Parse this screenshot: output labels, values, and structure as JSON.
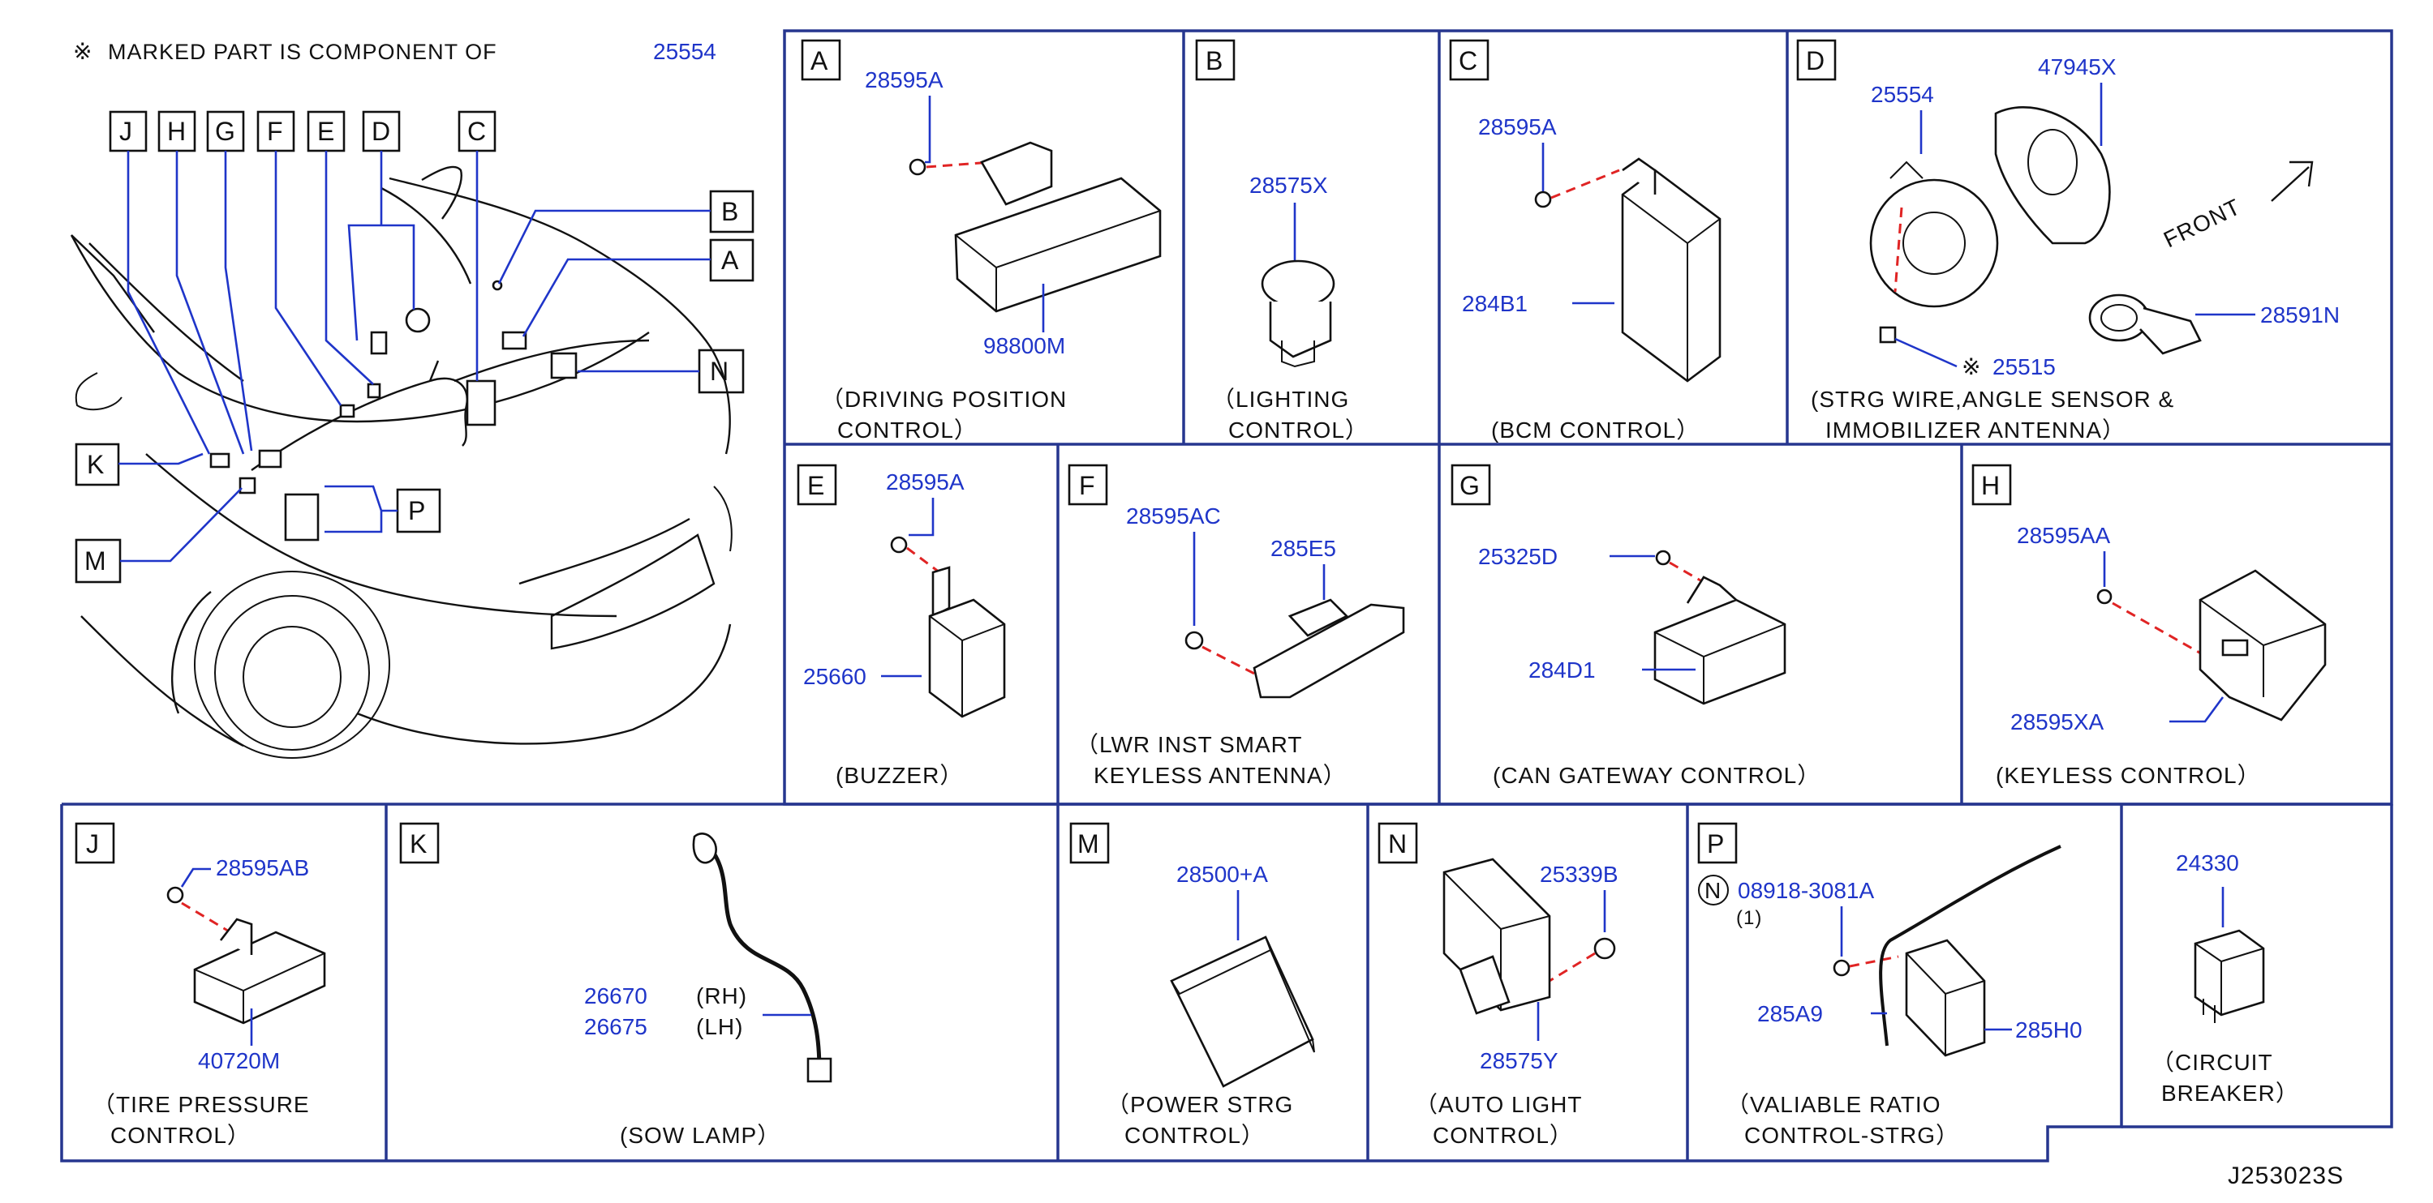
{
  "header": {
    "note_symbol": "※",
    "note_text": "MARKED  PART  IS  COMPONENT  OF",
    "note_part": "25554"
  },
  "overview": {
    "labels": [
      "J",
      "H",
      "G",
      "F",
      "E",
      "D",
      "C",
      "B",
      "A",
      "N",
      "K",
      "P",
      "M"
    ]
  },
  "panels": {
    "A": {
      "letter": "A",
      "parts": [
        "28595A",
        "98800M"
      ],
      "caption": [
        "（DRIVING  POSITION",
        "CONTROL）"
      ]
    },
    "B": {
      "letter": "B",
      "parts": [
        "28575X"
      ],
      "caption": [
        "（LIGHTING",
        "CONTROL）"
      ]
    },
    "C": {
      "letter": "C",
      "parts": [
        "28595A",
        "284B1"
      ],
      "caption": [
        "(BCM  CONTROL）"
      ]
    },
    "D": {
      "letter": "D",
      "parts": [
        "25554",
        "47945X",
        "28591N",
        "25515"
      ],
      "mark": "※",
      "front": "FRONT",
      "caption": [
        "(STRG  WIRE,ANGLE  SENSOR  &",
        "IMMOBILIZER  ANTENNA）"
      ]
    },
    "E": {
      "letter": "E",
      "parts": [
        "28595A",
        "25660"
      ],
      "caption": [
        "(BUZZER）"
      ]
    },
    "F": {
      "letter": "F",
      "parts": [
        "28595AC",
        "285E5"
      ],
      "caption": [
        "（LWR  INST  SMART",
        "KEYLESS  ANTENNA）"
      ]
    },
    "G": {
      "letter": "G",
      "parts": [
        "25325D",
        "284D1"
      ],
      "caption": [
        "(CAN  GATEWAY  CONTROL）"
      ]
    },
    "H": {
      "letter": "H",
      "parts": [
        "28595AA",
        "28595XA"
      ],
      "caption": [
        "(KEYLESS  CONTROL）"
      ]
    },
    "J": {
      "letter": "J",
      "parts": [
        "28595AB",
        "40720M"
      ],
      "caption": [
        "（TIRE  PRESSURE",
        "CONTROL）"
      ]
    },
    "K": {
      "letter": "K",
      "parts": [
        "26670",
        "26675"
      ],
      "sides": [
        "(RH)",
        "(LH)"
      ],
      "caption": [
        "(SOW  LAMP）"
      ]
    },
    "M": {
      "letter": "M",
      "parts": [
        "28500+A"
      ],
      "caption": [
        "（POWER  STRG",
        "CONTROL）"
      ]
    },
    "N": {
      "letter": "N",
      "parts": [
        "25339B",
        "28575Y"
      ],
      "caption": [
        "（AUTO  LIGHT",
        "CONTROL）"
      ]
    },
    "P": {
      "letter": "P",
      "parts": [
        "08918-3081A",
        "285A9",
        "285H0"
      ],
      "nut": "N",
      "qty": "(1)",
      "caption": [
        "（VALIABLE  RATIO",
        "CONTROL-STRG）"
      ]
    },
    "CB": {
      "parts": [
        "24330"
      ],
      "caption": [
        "（CIRCUIT",
        "BREAKER）"
      ]
    }
  },
  "footer": {
    "diagram_id": "J253023S"
  }
}
